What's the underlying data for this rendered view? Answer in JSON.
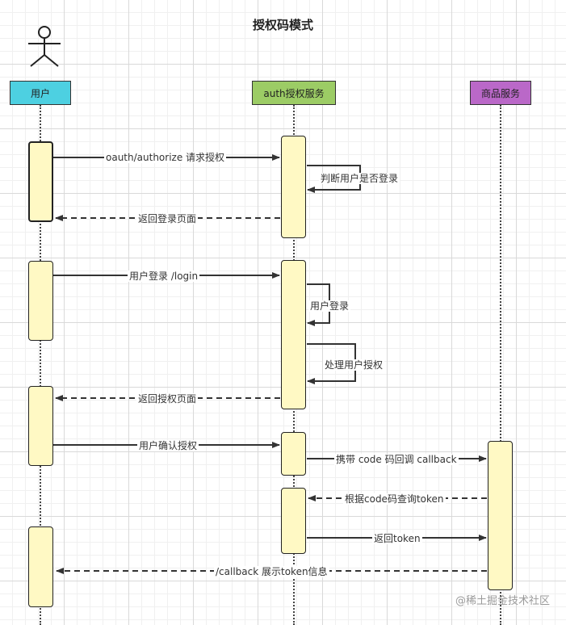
{
  "title": "授权码模式",
  "participants": {
    "user": {
      "label": "用户",
      "color": "#4dd0e1"
    },
    "auth": {
      "label": "auth授权服务",
      "color": "#9ccc65"
    },
    "product": {
      "label": "商品服务",
      "color": "#ba68c8"
    }
  },
  "messages": [
    {
      "text": "oauth/authorize 请求授权",
      "style": "solid"
    },
    {
      "text": "判断用户是否登录",
      "style": "self"
    },
    {
      "text": "返回登录页面",
      "style": "dashed"
    },
    {
      "text": "用户登录 /login",
      "style": "solid"
    },
    {
      "text": "用户登录",
      "style": "self"
    },
    {
      "text": "处理用户授权",
      "style": "self"
    },
    {
      "text": "返回授权页面",
      "style": "dashed"
    },
    {
      "text": "用户确认授权",
      "style": "solid"
    },
    {
      "text": "携带 code 码回调 callback",
      "style": "solid"
    },
    {
      "text": "根据code码查询token",
      "style": "dashed"
    },
    {
      "text": "返回token",
      "style": "solid"
    },
    {
      "text": "/callback 展示token信息",
      "style": "dashed"
    }
  ],
  "watermark": "@稀土掘金技术社区"
}
